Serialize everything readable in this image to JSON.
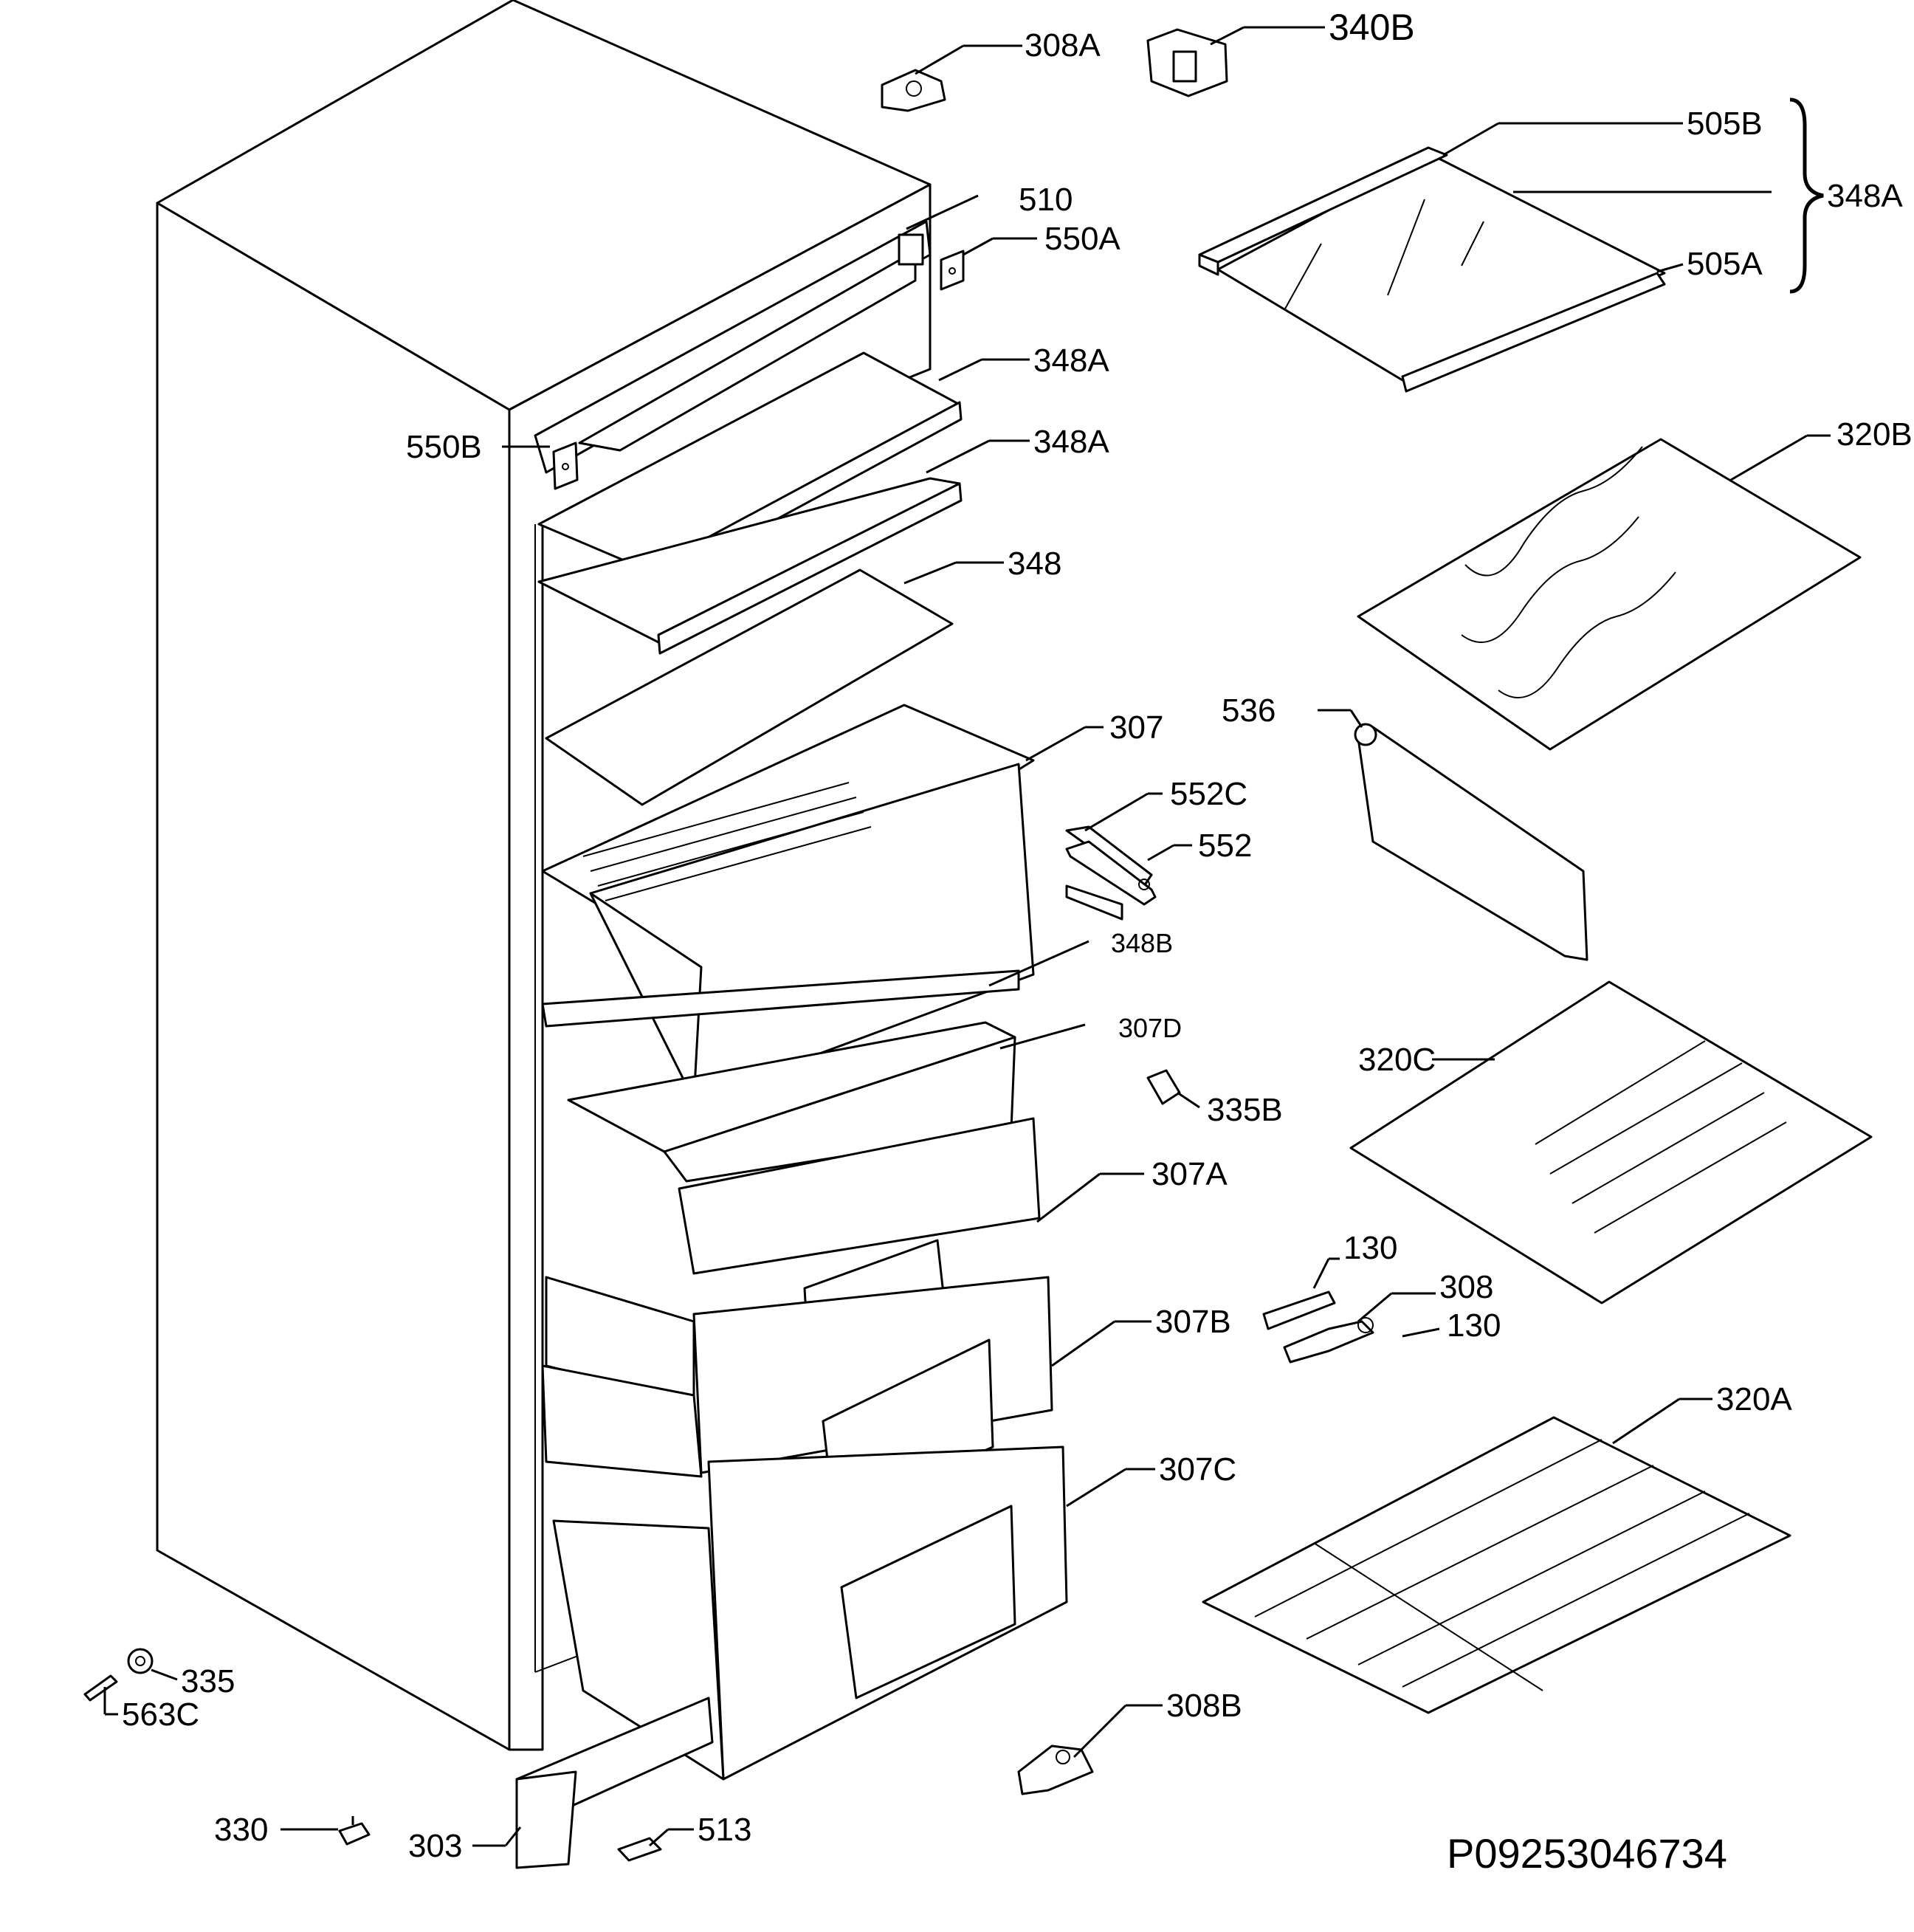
{
  "labels": {
    "l308A": "308A",
    "l340B": "340B",
    "l505B": "505B",
    "l348A_brace": "348A",
    "l505A": "505A",
    "l510": "510",
    "l550A": "550A",
    "l550B": "550B",
    "l348A_1": "348A",
    "l348A_2": "348A",
    "l348": "348",
    "l320B": "320B",
    "l536": "536",
    "l307": "307",
    "l552C": "552C",
    "l552": "552",
    "l348B": "348B",
    "l307D": "307D",
    "l335B": "335B",
    "l320C": "320C",
    "l307A": "307A",
    "l130_a": "130",
    "l308": "308",
    "l130_b": "130",
    "l307B": "307B",
    "l320A": "320A",
    "l307C": "307C",
    "l335": "335",
    "l563C": "563C",
    "l308B": "308B",
    "l330": "330",
    "l303": "303",
    "l513": "513"
  },
  "drawing_code": "P09253046734"
}
